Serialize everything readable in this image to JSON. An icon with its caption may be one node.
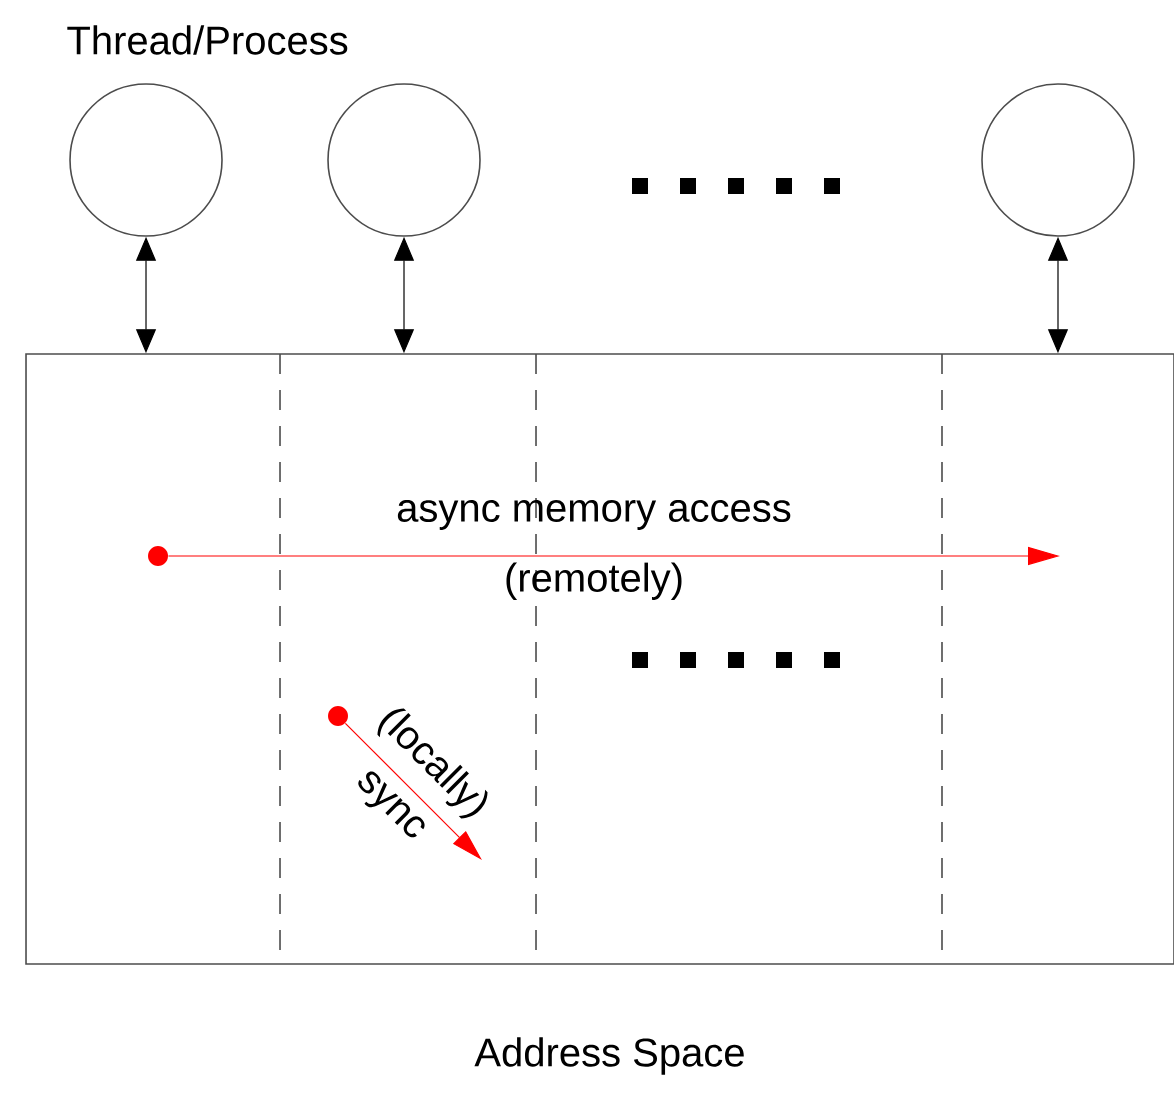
{
  "diagram": {
    "title": "Thread/Process",
    "nodes": [
      {
        "text": [],
        "shape": "circle"
      },
      {
        "text": [],
        "shape": "circle"
      },
      {
        "text": [],
        "shape": "circle"
      },
      {
        "text": [],
        "shape": "box",
        "beside": [
          "Address Space"
        ]
      },
      {
        "text": [],
        "shape": "circle",
        "in": 3
      },
      {
        "text": [],
        "shape": "circle",
        "in": 3
      }
    ],
    "edges": [
      {
        "from": 0,
        "to": 3,
        "arrow": "both"
      },
      {
        "from": 1,
        "to": 3,
        "arrow": "both"
      },
      {
        "from": 2,
        "to": 3,
        "arrow": "both"
      },
      {
        "from": 4,
        "to": null,
        "arrow": "to",
        "label": "async memory access (remotely)",
        "color": "#ff0000"
      },
      {
        "from": 5,
        "to": null,
        "arrow": "to",
        "label": "(locally) sync",
        "color": "#ff0000"
      }
    ]
  }
}
